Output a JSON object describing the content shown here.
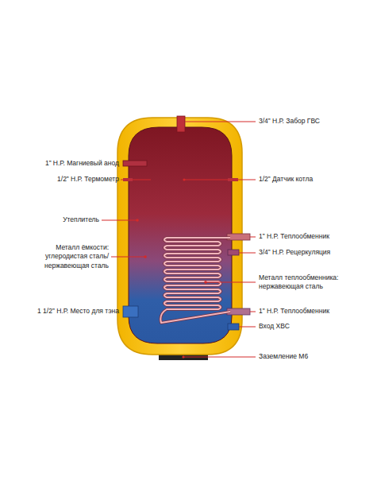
{
  "diagram": {
    "labels": [
      "3/4” Н.Р. Забор ГВС",
      "1” Н.Р. Магниевый анод",
      "1/2” Н.Р. Термометр",
      "1/2” Датчик котла",
      "Утеплитель",
      "1” Н.Р. Теплообменник",
      "Металл ёмкости: углеродистая сталь/ нержавеющая сталь",
      "3/4” Н.Р. Рецеркуляция",
      "Металл теплообменника: нержавеющая сталь",
      "1 1/2” Н.Р. Место для тэна",
      "1” Н.Р. Теплообменник",
      "Вход ХВС",
      "Заземление М6"
    ]
  }
}
